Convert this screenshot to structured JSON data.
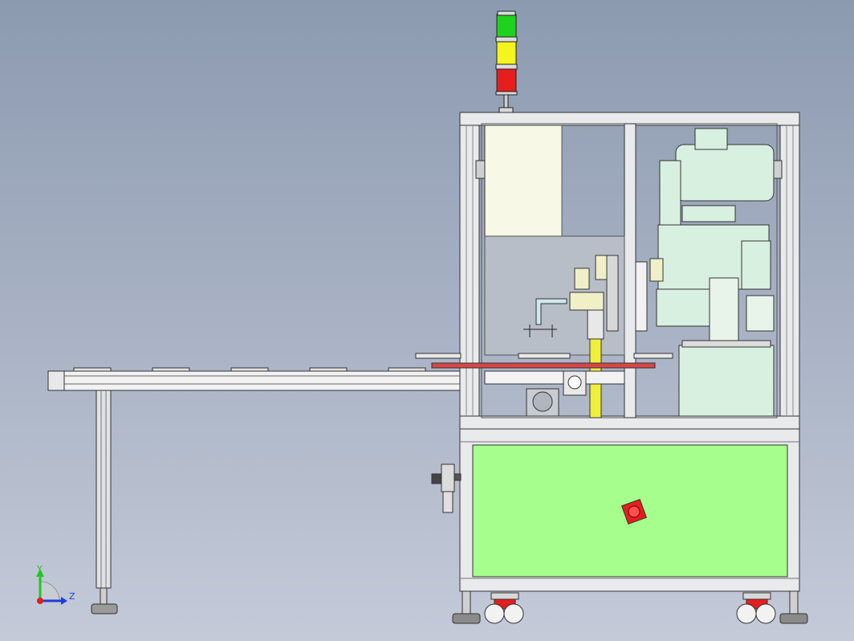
{
  "viewport": {
    "background_top": "#8c9ab0",
    "background_bottom": "#c4cad8"
  },
  "triad": {
    "y_label": "Y",
    "z_label": "Z",
    "y_color": "#1ec81e",
    "z_color": "#1e3cdc",
    "x_color": "#dc1e1e"
  },
  "signal_tower": {
    "lights": [
      "green",
      "yellow",
      "red"
    ],
    "colors": [
      "#1ed21e",
      "#f5f51e",
      "#e61e1e"
    ]
  },
  "machine": {
    "frame_color": "#e8eaec",
    "base_panel_color": "#a6ff8c",
    "upper_panel_color": "#f8f8e6",
    "motor_color": "#d8f0e0",
    "belt_color": "#f0f03c",
    "plate_color": "#d84646",
    "estop_color": "#e61e1e",
    "caster_color": "#e61e1e"
  },
  "conveyor": {
    "rail_color": "#f2f2f2",
    "leg_color": "#e0e2e6"
  }
}
